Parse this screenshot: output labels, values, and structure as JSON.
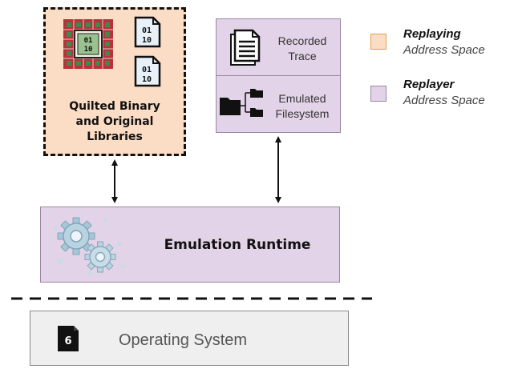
{
  "quilted": {
    "label_line1": "Quilted Binary",
    "label_line2": "and Original",
    "label_line3": "Libraries"
  },
  "trace": {
    "recorded_line1": "Recorded",
    "recorded_line2": "Trace",
    "filesystem_line1": "Emulated",
    "filesystem_line2": "Filesystem"
  },
  "runtime": {
    "label": "Emulation Runtime"
  },
  "os": {
    "label": "Operating System"
  },
  "legend": {
    "replaying_title": "Replaying",
    "replaying_sub": "Address Space",
    "replayer_title": "Replayer",
    "replayer_sub": "Address Space"
  },
  "icons": {
    "binary_file_text_top": "01",
    "binary_file_text_bottom": "10"
  },
  "colors": {
    "replaying_fill": "#fbdcc5",
    "replaying_border": "#e0a050",
    "replayer_fill": "#e3d3e8",
    "replayer_border": "#9a86a0",
    "os_fill": "#efefef"
  }
}
